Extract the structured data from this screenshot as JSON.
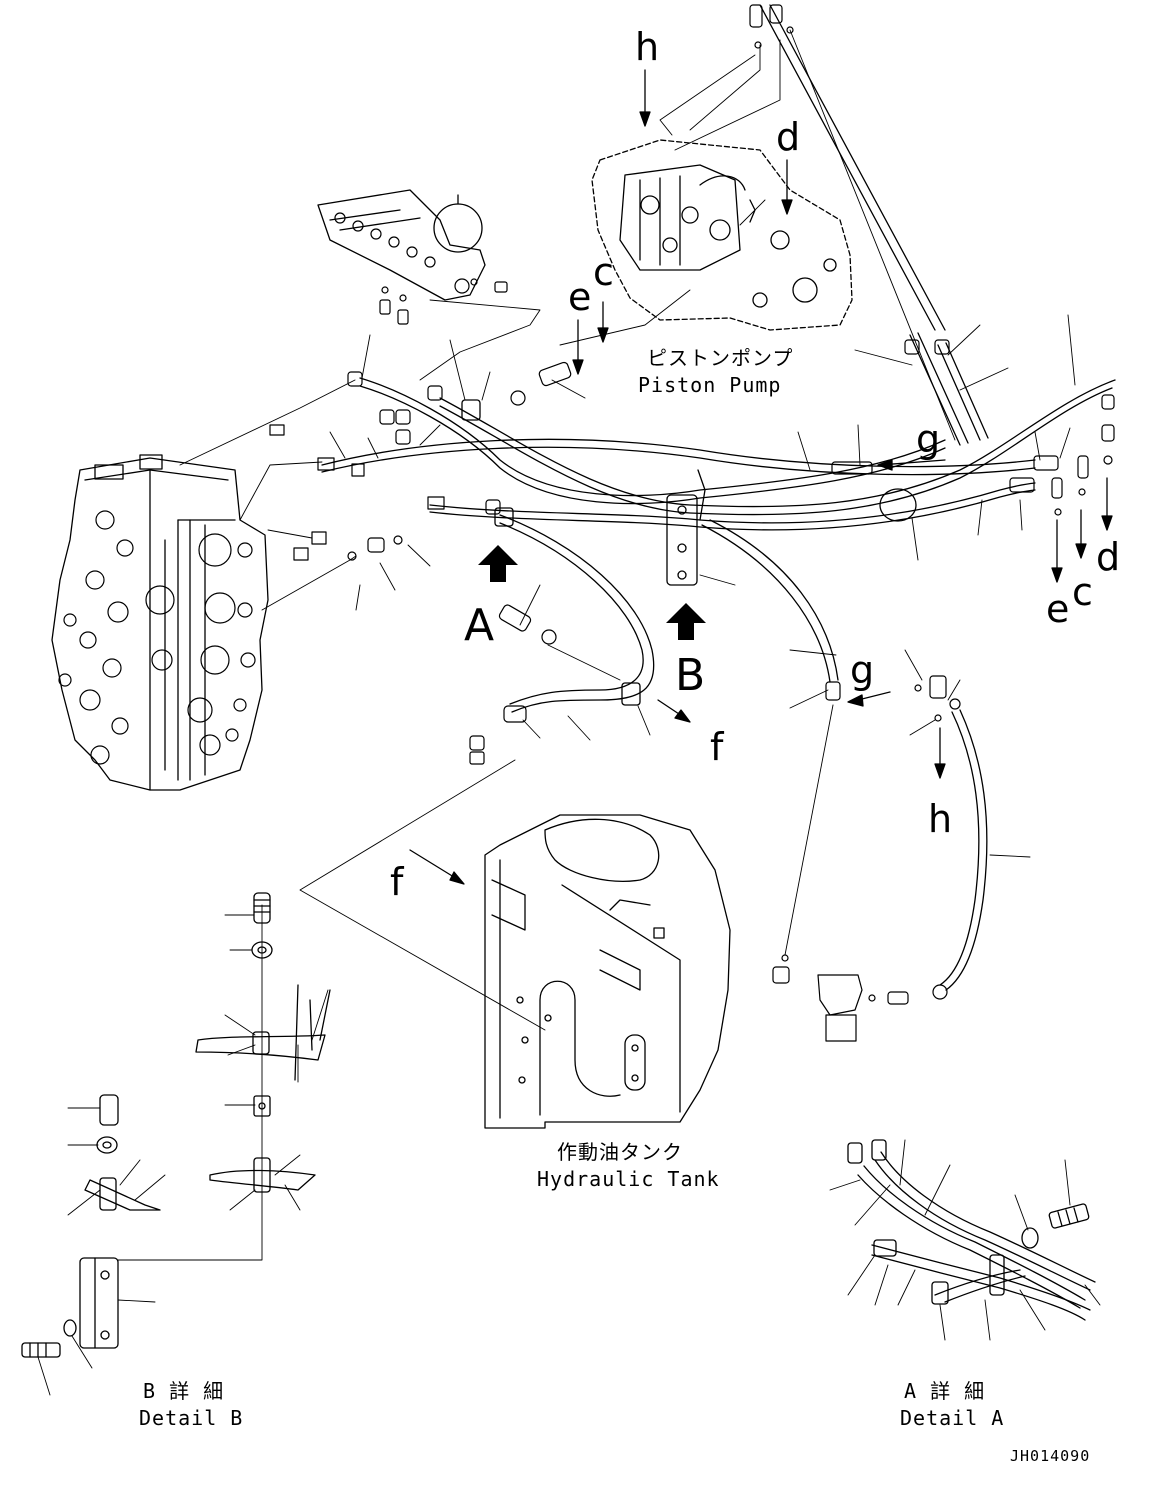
{
  "labels": {
    "piston_pump_jp": "ピストンポンプ",
    "piston_pump_en": "Piston Pump",
    "hydraulic_tank_jp": "作動油タンク",
    "hydraulic_tank_en": "Hydraulic Tank",
    "detail_b_jp": "B 詳 細",
    "detail_b_en": "Detail B",
    "detail_a_jp": "A 詳 細",
    "detail_a_en": "Detail A",
    "view_a": "A",
    "view_b": "B",
    "drawing_code": "JH014090"
  },
  "connection_letters": {
    "h": "h",
    "d": "d",
    "c": "c",
    "e": "e",
    "g": "g",
    "f": "f"
  },
  "colors": {
    "line": "#000000",
    "background": "#ffffff"
  }
}
